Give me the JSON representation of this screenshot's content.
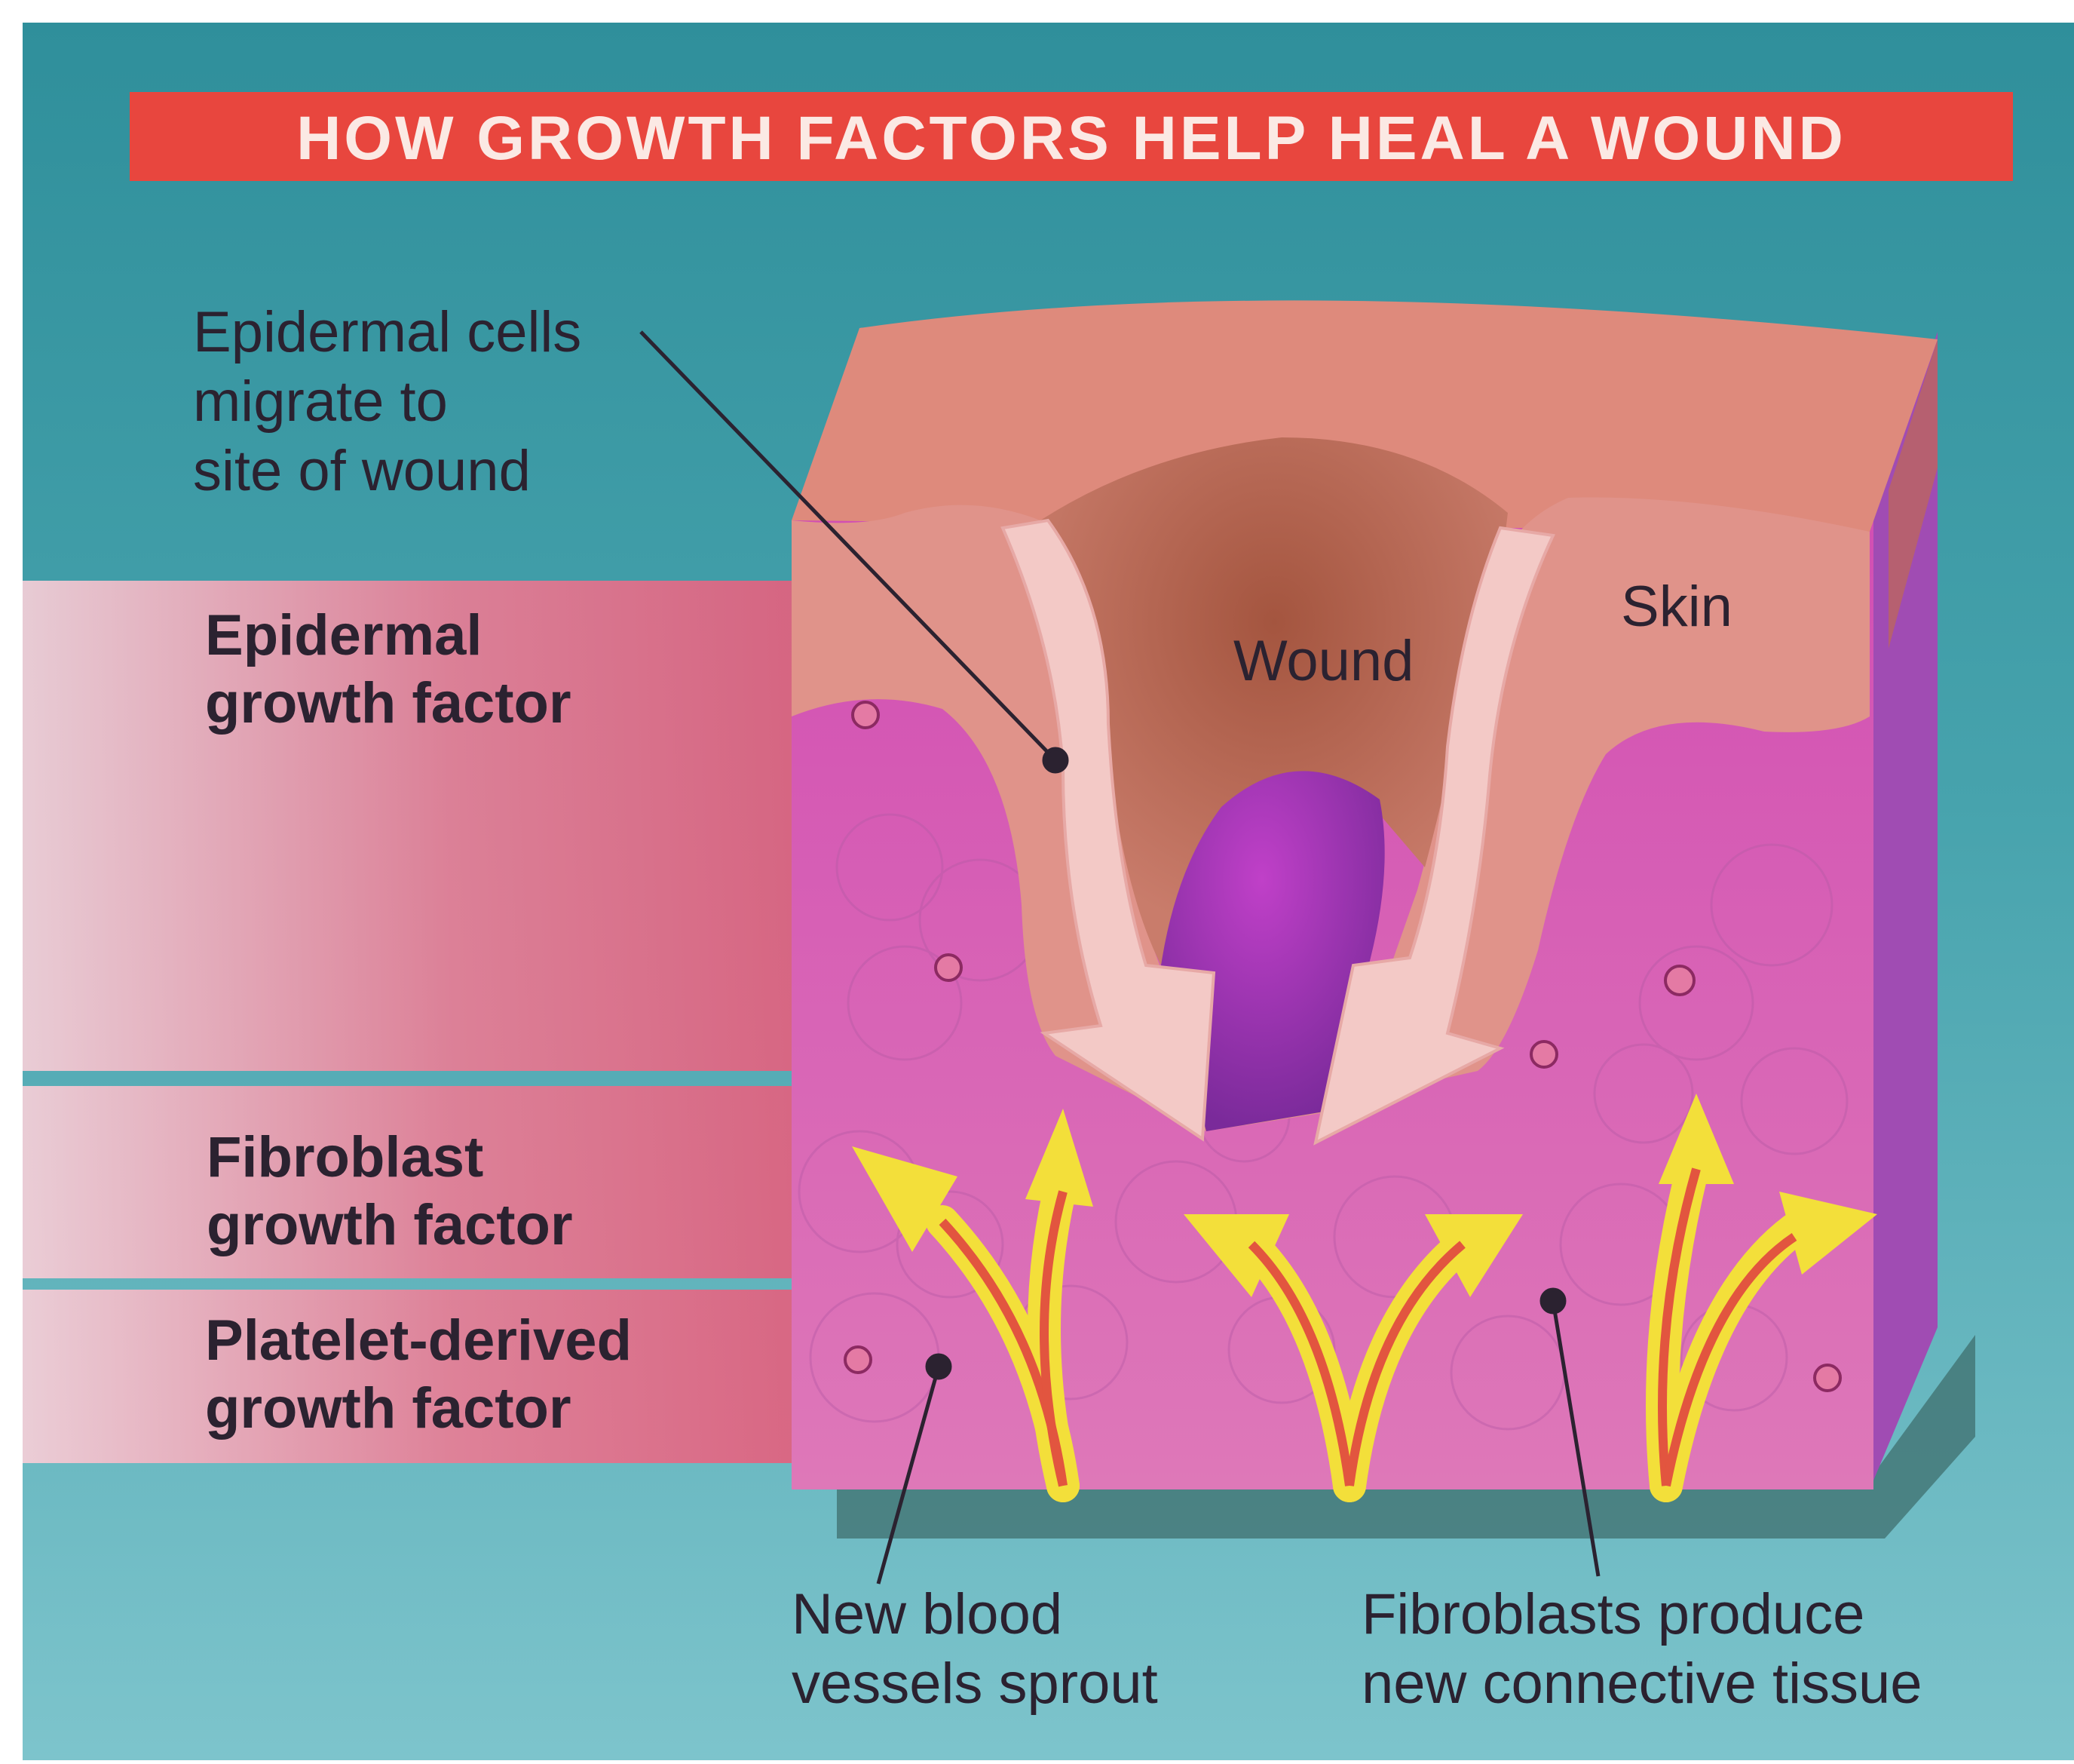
{
  "title": "HOW GROWTH FACTORS HELP HEAL A WOUND",
  "factors": [
    {
      "line1": "Epidermal",
      "line2": "growth factor"
    },
    {
      "line1": "Fibroblast",
      "line2": "growth factor"
    },
    {
      "line1": "Platelet-derived",
      "line2": "growth factor"
    }
  ],
  "callouts": {
    "epidermal_cells": {
      "line1": "Epidermal cells",
      "line2": "migrate to",
      "line3": "site of wound"
    },
    "wound": "Wound",
    "skin": "Skin",
    "blood_vessels": {
      "line1": "New blood",
      "line2": "vessels sprout"
    },
    "fibroblasts": {
      "line1": "Fibroblasts produce",
      "line2": "new connective tissue"
    }
  },
  "colors": {
    "background_teal": "#3f9fa8",
    "title_banner": "#e8463e",
    "band_pink": "#e4627e",
    "tissue_magenta": "#cc55a8",
    "skin_layer": "#dc8276",
    "wound_bed": "#b96a58",
    "arrow_fill": "#f3c9c6",
    "vessel_arrow": "#f3df3a",
    "vessel_red": "#e2553f"
  }
}
